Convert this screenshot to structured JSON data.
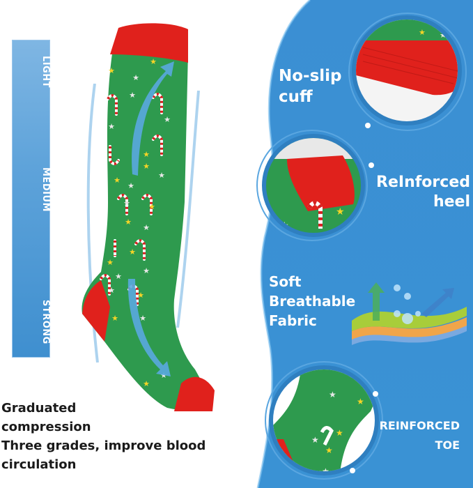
{
  "compression_scale": {
    "labels": [
      "LIGHT",
      "MEDIUM",
      "STRONG"
    ]
  },
  "caption": {
    "lines": [
      "Graduated",
      "compression",
      "Three grades, improve blood",
      "circulation"
    ]
  },
  "features": {
    "cuff": {
      "lines": [
        "No-slip",
        "cuff"
      ]
    },
    "heel": {
      "lines": [
        "ReInforced",
        "heel"
      ]
    },
    "fabric": {
      "lines": [
        "Soft",
        "Breathable",
        "Fabric"
      ]
    },
    "toe": {
      "lines": [
        "REINFORCED",
        "TOE"
      ]
    }
  },
  "colors": {
    "panel_blue": "#3a8fd1",
    "panel_dark": "#2f7fc0",
    "sock_green": "#2e9a4e",
    "sock_red": "#e0211c",
    "arrow_blue": "#5aa9e0",
    "text_white": "#ffffff",
    "caption_text": "#1a1a1a"
  },
  "icons": {
    "compression_arrow_up": "curved-arrow-up-icon",
    "compression_arrow_down": "curved-arrow-down-icon",
    "fabric_layers": "breathable-fabric-layers-icon"
  }
}
